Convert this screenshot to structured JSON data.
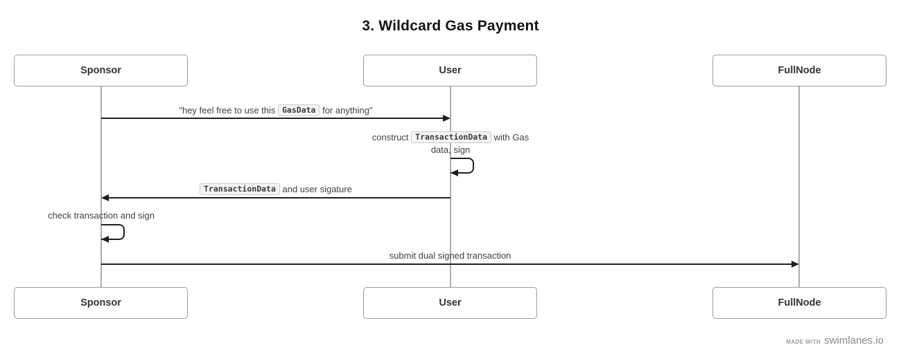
{
  "title": "3. Wildcard Gas Payment",
  "actors": {
    "sponsor": "Sponsor",
    "user": "User",
    "fullnode": "FullNode"
  },
  "messages": {
    "m1": {
      "from": "Sponsor",
      "to": "User",
      "pre": "\"hey feel free to use this ",
      "code": "GasData",
      "post": " for anything\""
    },
    "m2": {
      "actor": "User",
      "pre": "construct ",
      "code": "TransactionData",
      "post": " with Gas data, sign"
    },
    "m3": {
      "from": "User",
      "to": "Sponsor",
      "pre": "",
      "code": "TransactionData",
      "post": " and user sigature"
    },
    "m4": {
      "actor": "Sponsor",
      "text": "check transaction and sign"
    },
    "m5": {
      "from": "Sponsor",
      "to": "FullNode",
      "text": "submit dual signed transaction"
    }
  },
  "footer": {
    "made_with": "MADE WITH",
    "brand": "swimlanes.io"
  }
}
